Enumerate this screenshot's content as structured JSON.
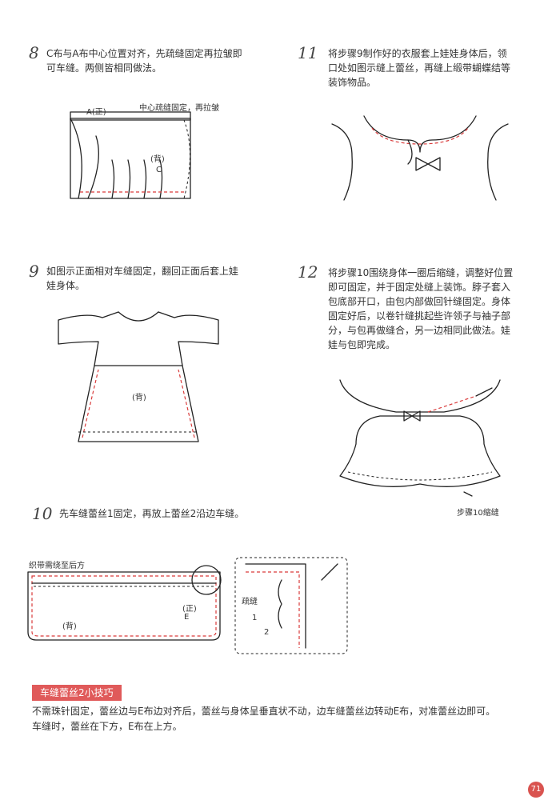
{
  "steps": [
    {
      "num": "8",
      "text": "C布与A布中心位置对齐，先疏缝固定再拉皱即可车缝。两侧皆相同做法。"
    },
    {
      "num": "11",
      "text": "将步骤9制作好的衣服套上娃娃身体后，领口处如图示缝上蕾丝，再缝上缎带蝴蝶结等装饰物品。"
    },
    {
      "num": "9",
      "text": "如图示正面相对车缝固定，翻回正面后套上娃娃身体。"
    },
    {
      "num": "12",
      "text": "将步骤10围绕身体一圈后缩缝，调整好位置即可固定，并于固定处缝上装饰。脖子套入包底部开口，由包内部做回针缝固定。身体固定好后，以卷针缝挑起些许领子与袖子部分，与包再做缝合，另一边相同此做法。娃娃与包即完成。"
    },
    {
      "num": "10",
      "text": "先车缝蕾丝1固定，再放上蕾丝2沿边车缝。"
    }
  ],
  "labels": {
    "a_front": "A(正)",
    "center_baste": "中心疏缝固定，再拉皱",
    "back": "(背)",
    "c": "C",
    "back9": "(背)",
    "step10_shrink": "步骤10缩缝",
    "ribbon_wrap": "织带需绕至后方",
    "front": "(正)",
    "e": "E",
    "back10": "(背)",
    "baste": "疏缝",
    "lace1": "1",
    "lace2": "2"
  },
  "tip": {
    "title": "车缝蕾丝2小技巧",
    "body": "不需珠针固定，蕾丝边与E布边对齐后，蕾丝与身体呈垂直状不动，边车缝蕾丝边转动E布，对准蕾丝边即可。车缝时，蕾丝在下方，E布在上方。"
  },
  "page_number": "71"
}
